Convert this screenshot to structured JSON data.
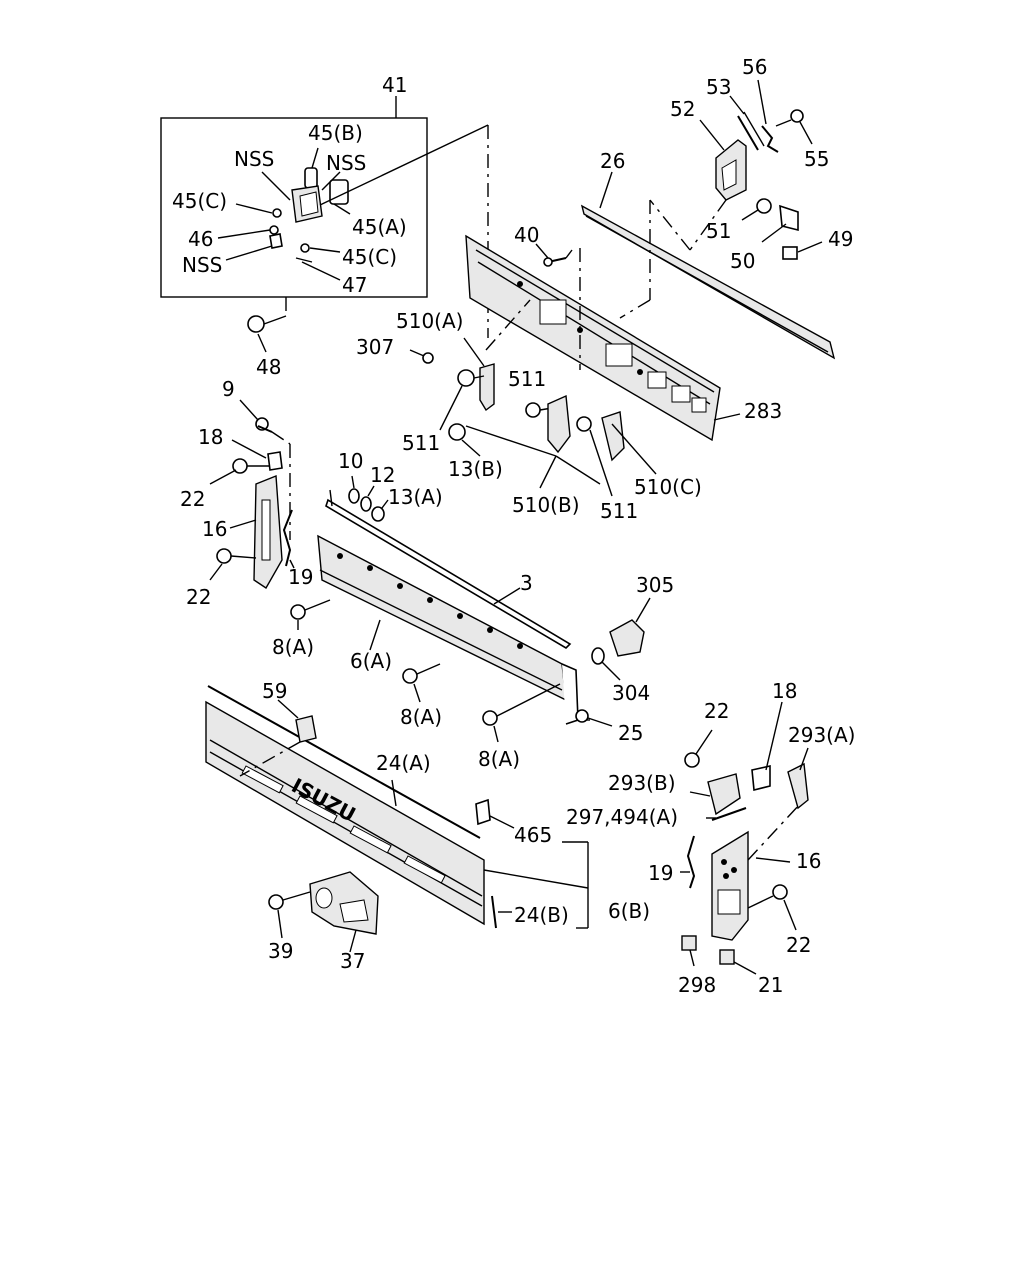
{
  "callouts": {
    "c41": "41",
    "c45b": "45(B)",
    "nss1": "NSS",
    "nss2": "NSS",
    "c45c1": "45(C)",
    "c45a": "45(A)",
    "c46": "46",
    "c45c2": "45(C)",
    "nss3": "NSS",
    "c47": "47",
    "c48": "48",
    "c52": "52",
    "c53": "53",
    "c56": "56",
    "c55": "55",
    "c26": "26",
    "c40": "40",
    "c51": "51",
    "c50": "50",
    "c49": "49",
    "c510a": "510(A)",
    "c307": "307",
    "c511a": "511",
    "c511b": "511",
    "c13b": "13(B)",
    "c283": "283",
    "c510c": "510(C)",
    "c510b": "510(B)",
    "c511c": "511",
    "c9": "9",
    "c18a": "18",
    "c22a": "22",
    "c16a": "16",
    "c22b": "22",
    "c19a": "19",
    "c10": "10",
    "c12": "12",
    "c13a": "13(A)",
    "c3": "3",
    "c305": "305",
    "c8a1": "8(A)",
    "c6a": "6(A)",
    "c8a2": "8(A)",
    "c304": "304",
    "c8a3": "8(A)",
    "c25": "25",
    "c59": "59",
    "c24a": "24(A)",
    "c22c": "22",
    "c18b": "18",
    "c293a": "293(A)",
    "c293b": "293(B)",
    "c297": "297,494(A)",
    "c465": "465",
    "c16b": "16",
    "c19b": "19",
    "c24b": "24(B)",
    "c6b": "6(B)",
    "c22d": "22",
    "c39": "39",
    "c37": "37",
    "c298": "298",
    "c21": "21"
  },
  "grille_emblem": "ISUZU"
}
